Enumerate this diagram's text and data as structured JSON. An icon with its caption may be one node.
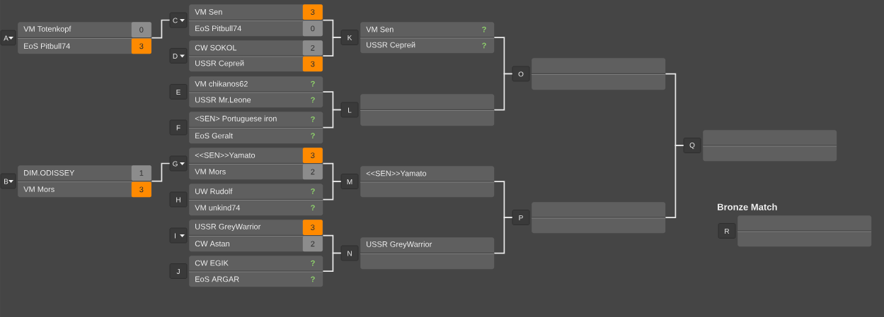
{
  "diagram": {
    "nodes": [
      {
        "text": [
          "A"
        ]
      },
      {
        "text": [
          "VM Totenkopf",
          "0",
          "EoS Pitbull74",
          "3"
        ]
      },
      {
        "text": [
          "B"
        ]
      },
      {
        "text": [
          "DIM.ODISSEY",
          "1",
          "VM Mors",
          "3"
        ]
      },
      {
        "text": [
          "C"
        ]
      },
      {
        "text": [
          "VM Sen",
          "3",
          "EoS Pitbull74",
          "0"
        ]
      },
      {
        "text": [
          "D"
        ]
      },
      {
        "text": [
          "CW SOKOL",
          "2",
          "USSR Сергей",
          "3"
        ]
      },
      {
        "text": [
          "E"
        ]
      },
      {
        "text": [
          "VM chikanos62",
          "?",
          "USSR Mr.Leone",
          "?"
        ]
      },
      {
        "text": [
          "F"
        ]
      },
      {
        "text": [
          "<SEN> Portuguese iron",
          "?",
          "EoS Geralt",
          "?"
        ]
      },
      {
        "text": [
          "G"
        ]
      },
      {
        "text": [
          "<<SEN>>Yamato",
          "3",
          "VM Mors",
          "2"
        ]
      },
      {
        "text": [
          "H"
        ]
      },
      {
        "text": [
          "UW Rudolf",
          "?",
          "VM unkind74",
          "?"
        ]
      },
      {
        "text": [
          "I"
        ]
      },
      {
        "text": [
          "USSR GreyWarrior",
          "3",
          "CW Astan",
          "2"
        ]
      },
      {
        "text": [
          "J"
        ]
      },
      {
        "text": [
          "CW EGIK",
          "?",
          "EoS ARGAR",
          "?"
        ]
      },
      {
        "text": [
          "K"
        ]
      },
      {
        "text": [
          "VM Sen",
          "?",
          "USSR Сергей",
          "?"
        ]
      },
      {
        "text": [
          "L"
        ]
      },
      {
        "text": [],
        "shape": "box"
      },
      {
        "text": [
          "M"
        ]
      },
      {
        "text": [
          "<<SEN>>Yamato"
        ]
      },
      {
        "text": [
          "N"
        ]
      },
      {
        "text": [
          "USSR GreyWarrior"
        ]
      },
      {
        "text": [
          "O"
        ]
      },
      {
        "text": [],
        "shape": "box"
      },
      {
        "text": [
          "P"
        ]
      },
      {
        "text": [],
        "shape": "box"
      },
      {
        "text": [
          "Q"
        ]
      },
      {
        "text": [],
        "shape": "box"
      },
      {
        "text": [
          "R"
        ]
      },
      {
        "text": [],
        "shape": "box",
        "beside": [
          "Bronze Match"
        ]
      }
    ],
    "edges": [
      {
        "from": 1,
        "to": 4,
        "arrow": "none"
      },
      {
        "from": 3,
        "to": 12,
        "arrow": "none"
      },
      {
        "from": 5,
        "to": 20,
        "arrow": "none"
      },
      {
        "from": 7,
        "to": 20,
        "arrow": "none"
      },
      {
        "from": 9,
        "to": 22,
        "arrow": "none"
      },
      {
        "from": 11,
        "to": 22,
        "arrow": "none"
      },
      {
        "from": 13,
        "to": 24,
        "arrow": "none"
      },
      {
        "from": 15,
        "to": 24,
        "arrow": "none"
      },
      {
        "from": 17,
        "to": 26,
        "arrow": "none"
      },
      {
        "from": 19,
        "to": 26,
        "arrow": "none"
      },
      {
        "from": 21,
        "to": 28,
        "arrow": "none"
      },
      {
        "from": 23,
        "to": 28,
        "arrow": "none"
      },
      {
        "from": 25,
        "to": 30,
        "arrow": "none"
      },
      {
        "from": 27,
        "to": 30,
        "arrow": "none"
      },
      {
        "from": 29,
        "to": 32,
        "arrow": "none"
      },
      {
        "from": 31,
        "to": 32,
        "arrow": "none"
      }
    ]
  }
}
